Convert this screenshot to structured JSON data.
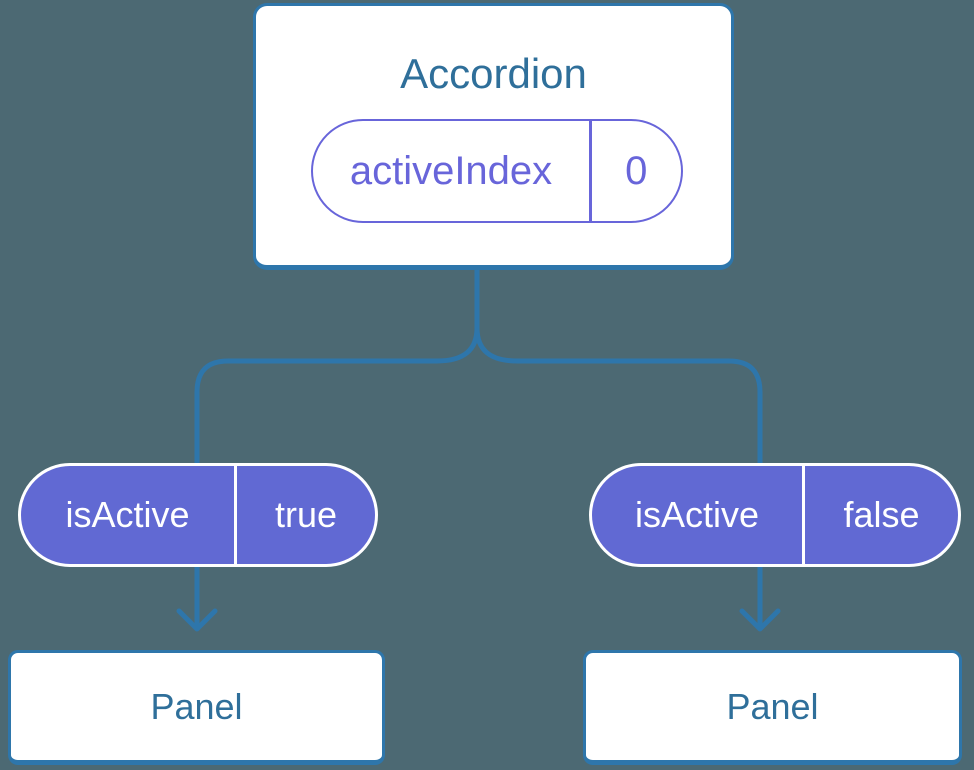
{
  "colors": {
    "background": "#4C6973",
    "connector": "#2E76AB",
    "card_border": "#2E76AB",
    "card_text": "#2F6F9A",
    "card_background": "#FFFFFF",
    "pill_fill": "#6169D3",
    "pill_outline": "#6865DA",
    "pill_text": "#FFFFFF"
  },
  "root_component": {
    "title": "Accordion",
    "state_pill": {
      "label": "activeIndex",
      "value": "0"
    }
  },
  "children": [
    {
      "prop_pill": {
        "label": "isActive",
        "value": "true"
      },
      "panel": {
        "title": "Panel"
      }
    },
    {
      "prop_pill": {
        "label": "isActive",
        "value": "false"
      },
      "panel": {
        "title": "Panel"
      }
    }
  ]
}
